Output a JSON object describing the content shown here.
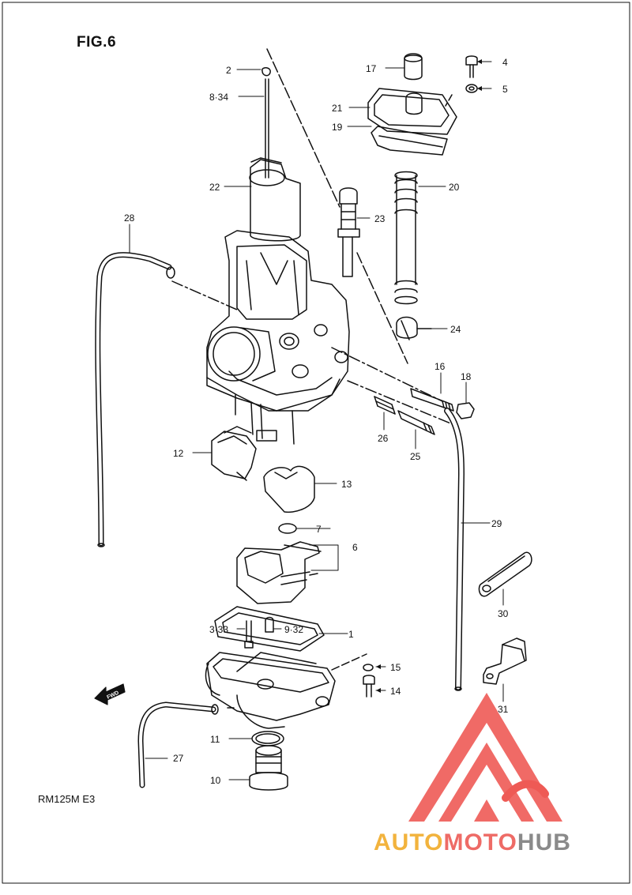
{
  "figure": {
    "title": "FIG.6",
    "model_code": "RM125M  E3",
    "fwd_label": "FWD"
  },
  "part_labels": [
    "1",
    "2",
    "3·33",
    "4",
    "5",
    "6",
    "7",
    "8·34",
    "9·32",
    "10",
    "11",
    "12",
    "13",
    "14",
    "15",
    "16",
    "17",
    "18",
    "19",
    "20",
    "21",
    "22",
    "23",
    "24",
    "25",
    "26",
    "27",
    "28",
    "29",
    "30",
    "31"
  ],
  "watermark": {
    "words": [
      "AUTO",
      "MOTO",
      "HUB"
    ],
    "colors": {
      "auto": "#f2b33d",
      "moto": "#ee6b66",
      "hub": "#8a8a8a",
      "triangle": "#ee5a55"
    }
  }
}
